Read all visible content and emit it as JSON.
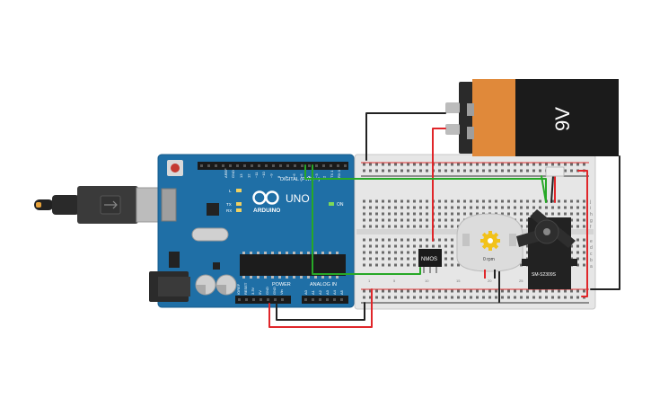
{
  "arduino": {
    "logo_text": "ARDUINO",
    "model_text": "UNO",
    "digital_label": "DIGITAL (PWM ~)",
    "analog_label": "ANALOG IN",
    "power_label": "POWER",
    "on_label": "ON",
    "l_label": "L",
    "tx_label": "TX",
    "rx_label": "RX",
    "aref_label": "AREF",
    "gnd_label": "GND",
    "digital_pins": [
      "13",
      "12",
      "~11",
      "~10",
      "~9",
      "8",
      "7",
      "~6",
      "~5",
      "4",
      "~3",
      "2",
      "TX 1",
      "RX 0"
    ],
    "power_pins": [
      "IOREF",
      "RESET",
      "3.3V",
      "5V",
      "GND",
      "GND",
      "Vin"
    ],
    "analog_pins": [
      "A0",
      "A1",
      "A2",
      "A3",
      "A4",
      "A5"
    ]
  },
  "battery": {
    "label": "9V"
  },
  "mosfet": {
    "label": "NMOS"
  },
  "motor": {
    "label": "0 rpm"
  },
  "servo": {
    "label": "SM-S2309S"
  },
  "breadboard": {
    "row_letters_top": [
      "j",
      "i",
      "h",
      "g",
      "f"
    ],
    "row_letters_bottom": [
      "e",
      "d",
      "c",
      "b",
      "a"
    ],
    "column_numbers": [
      "1",
      "5",
      "10",
      "15",
      "20",
      "25",
      "30"
    ]
  },
  "colors": {
    "board_blue": "#1f6fa6",
    "wire_red": "#e0262a",
    "wire_black": "#222222",
    "wire_green": "#27a827",
    "battery_orange": "#e0893a"
  }
}
